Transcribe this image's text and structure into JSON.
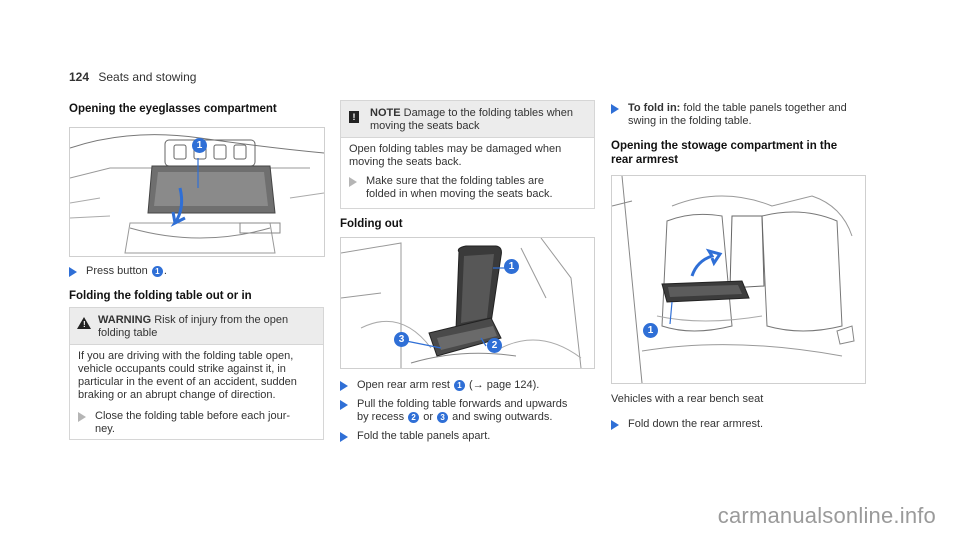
{
  "header": {
    "page_number": "124",
    "section": "Seats and stowing"
  },
  "col1": {
    "heading": "Opening the eyeglasses compartment",
    "step1": {
      "pre": "Press button",
      "badge": "1",
      "post": "."
    },
    "heading2": "Folding the folding table out or in",
    "warning": {
      "label": "WARNING",
      "title1": "Risk of injury from the open",
      "title2": "folding table",
      "body1": "If you are driving with the folding table open,",
      "body2": "vehicle occupants could strike against it, in",
      "body3": "particular in the event of an accident, sudden",
      "body4": "braking or an abrupt change of direction.",
      "step1": "Close the folding table before each jour-",
      "step2": "ney."
    },
    "figure_badge": "1"
  },
  "col2": {
    "note": {
      "label": "NOTE",
      "title1": "Damage to the folding tables when",
      "title2": "moving the seats back",
      "body1": "Open folding tables may be damaged when",
      "body2": "moving the seats back.",
      "step1": "Make sure that the folding tables are",
      "step2": "folded in when moving the seats back."
    },
    "heading": "Folding out",
    "figure_badges": [
      "1",
      "2",
      "3"
    ],
    "step1": {
      "pre": "Open rear arm rest",
      "badge": "1",
      "post": "(→ page 124)."
    },
    "step2": {
      "line1_pre": "Pull the folding table forwards and upwards",
      "line2_pre": "by recess",
      "badge_a": "2",
      "mid": "or",
      "badge_b": "3",
      "post": "and swing outwards."
    },
    "step3": "Fold the table panels apart."
  },
  "col3": {
    "step1": {
      "bold": "To fold in:",
      "line1": "fold the table panels together and",
      "line2": "swing in the folding table."
    },
    "heading1": "Opening the stowage compartment in the",
    "heading2": "rear armrest",
    "figure_badge": "1",
    "caption": "Vehicles with a rear bench seat",
    "step2": "Fold down the rear armrest."
  },
  "watermark": "carmanualsonline.info",
  "colors": {
    "accent": "#2f6fd6",
    "box_header": "#ececec",
    "border": "#d6d6d6"
  }
}
